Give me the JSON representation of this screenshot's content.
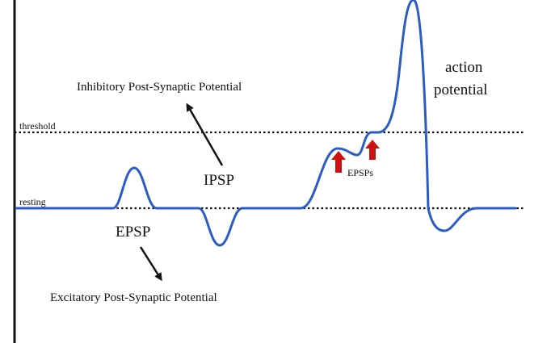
{
  "labels": {
    "threshold": "threshold",
    "resting": "resting",
    "ipsp_full": "Inhibitory Post-Synaptic Potential",
    "ipsp": "IPSP",
    "epsp": "EPSP",
    "epsp_full": "Excitatory Post-Synaptic Potential",
    "epsps": "EPSPs",
    "action_line1": "action",
    "action_line2": "potential"
  },
  "colors": {
    "trace": "#2a5cc4",
    "marker_arrow": "#cc1111",
    "line": "#111111"
  }
}
